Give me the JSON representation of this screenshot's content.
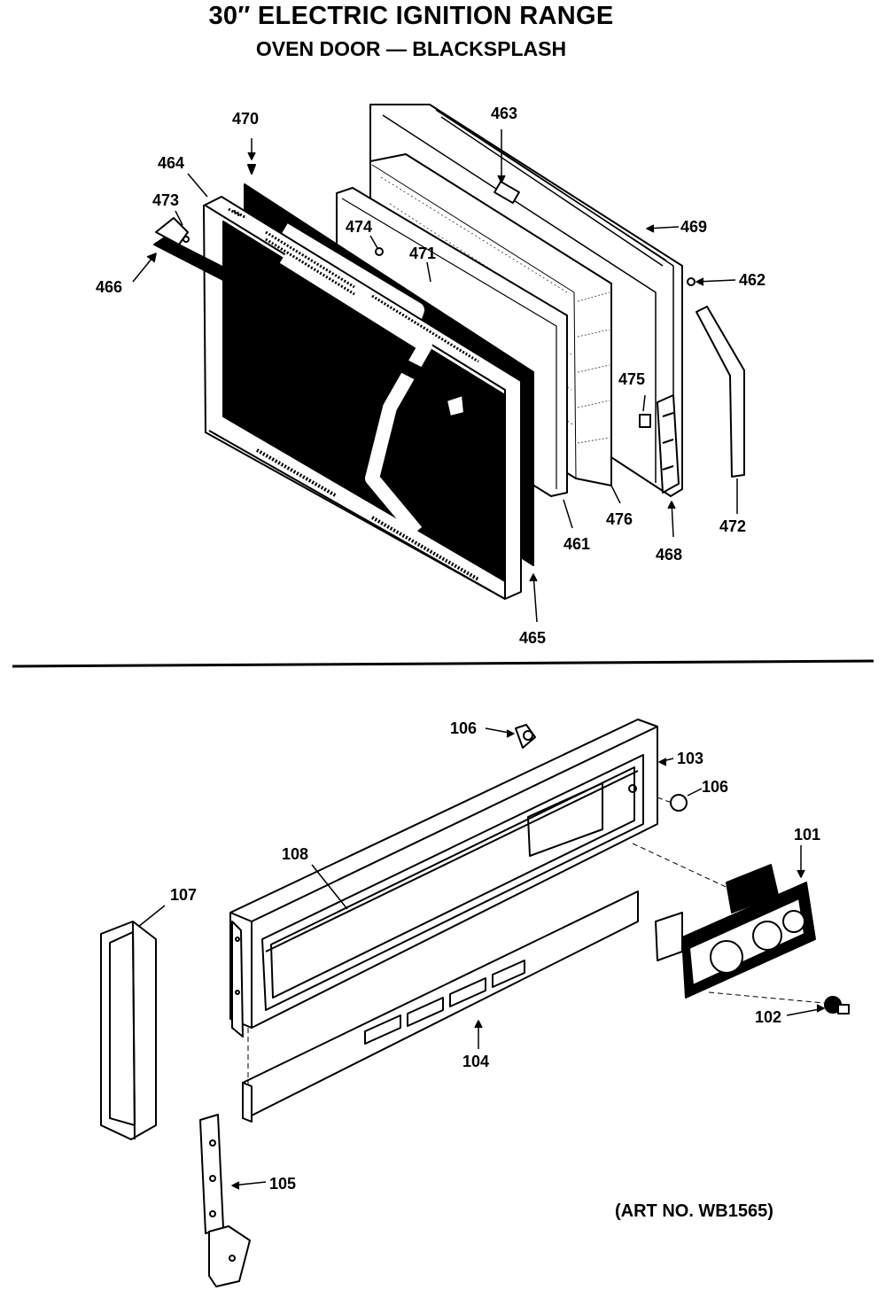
{
  "title": "30″ ELECTRIC IGNITION RANGE",
  "subtitle": "OVEN DOOR — BLACKSPLASH",
  "art_number": "(ART NO. WB1565)",
  "oven_door_parts": {
    "p470": "470",
    "p464": "464",
    "p473": "473",
    "p466": "466",
    "p474": "474",
    "p471": "471",
    "p463": "463",
    "p469": "469",
    "p462": "462",
    "p475": "475",
    "p476": "476",
    "p461": "461",
    "p468": "468",
    "p472": "472",
    "p465": "465"
  },
  "backsplash_parts": {
    "p106a": "106",
    "p103": "103",
    "p106b": "106",
    "p101": "101",
    "p108": "108",
    "p107": "107",
    "p102": "102",
    "p104": "104",
    "p105": "105"
  }
}
